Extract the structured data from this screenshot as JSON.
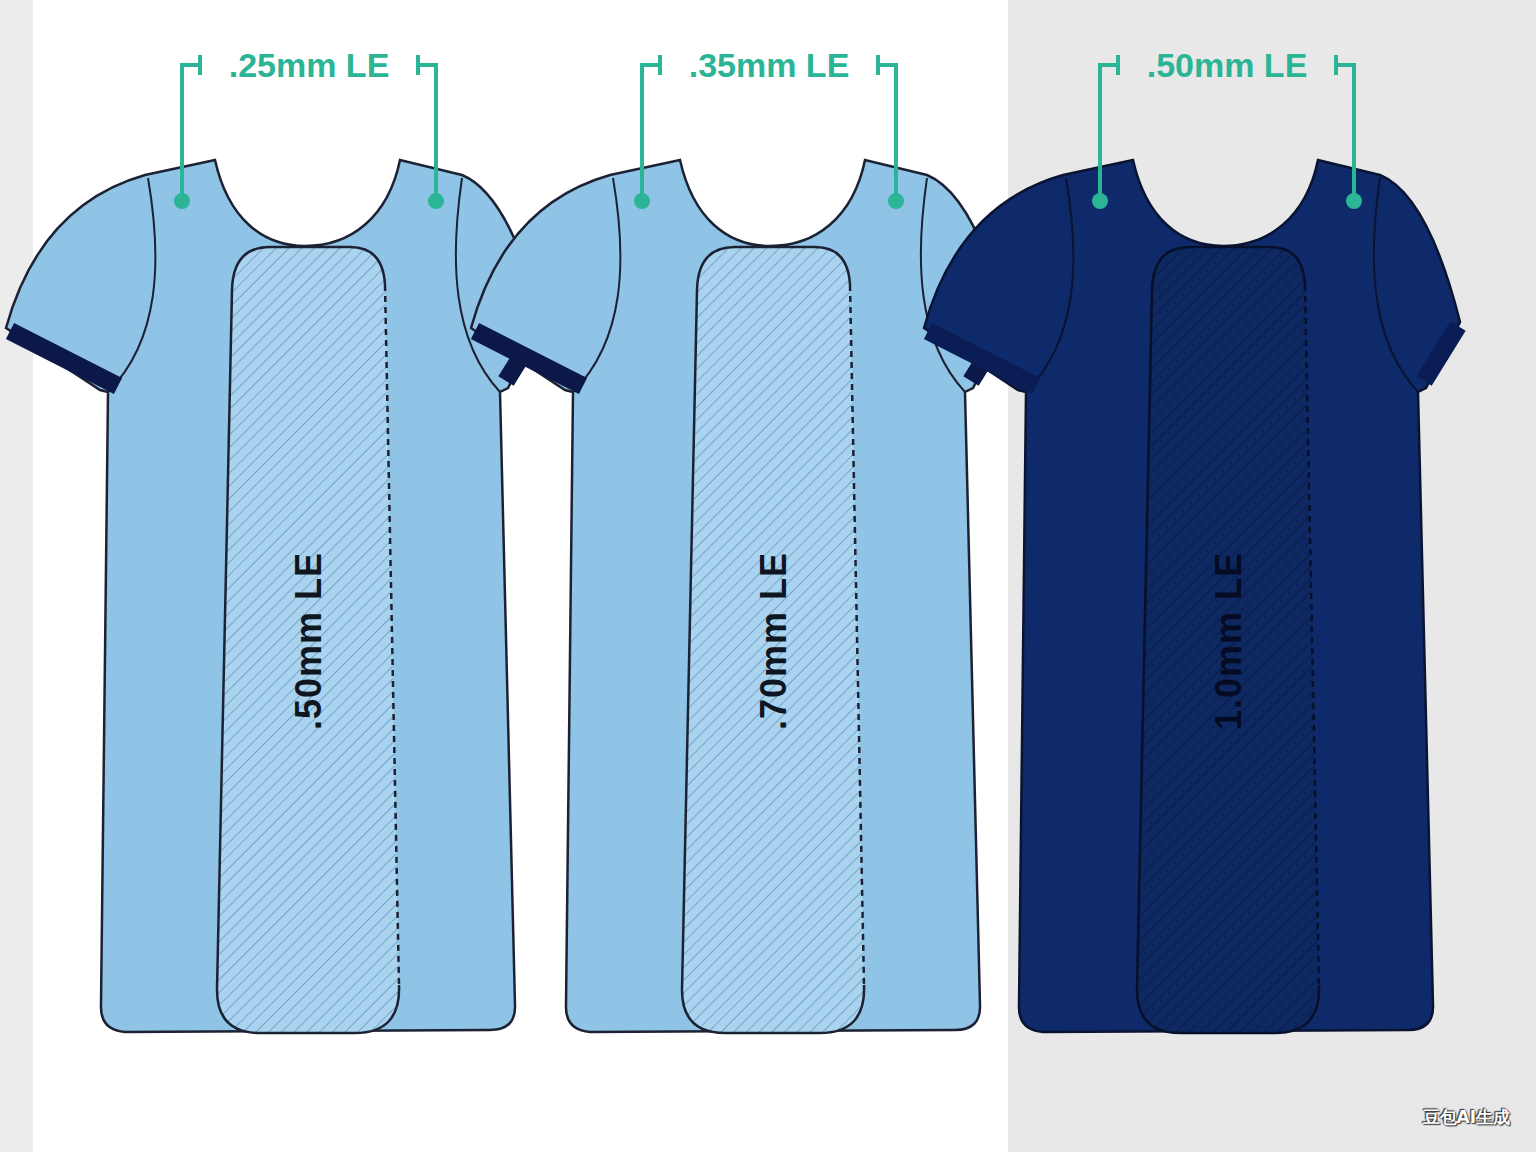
{
  "diagram": {
    "nodes": [
      {
        "text": [
          ".50mm LE"
        ]
      },
      {
        "text": [
          ".70mm LE"
        ]
      },
      {
        "text": [
          "1.0mm LE"
        ]
      }
    ],
    "labels": [
      ".25mm LE",
      ".35mm LE",
      ".50mm LE",
      "豆包AI生成"
    ]
  }
}
